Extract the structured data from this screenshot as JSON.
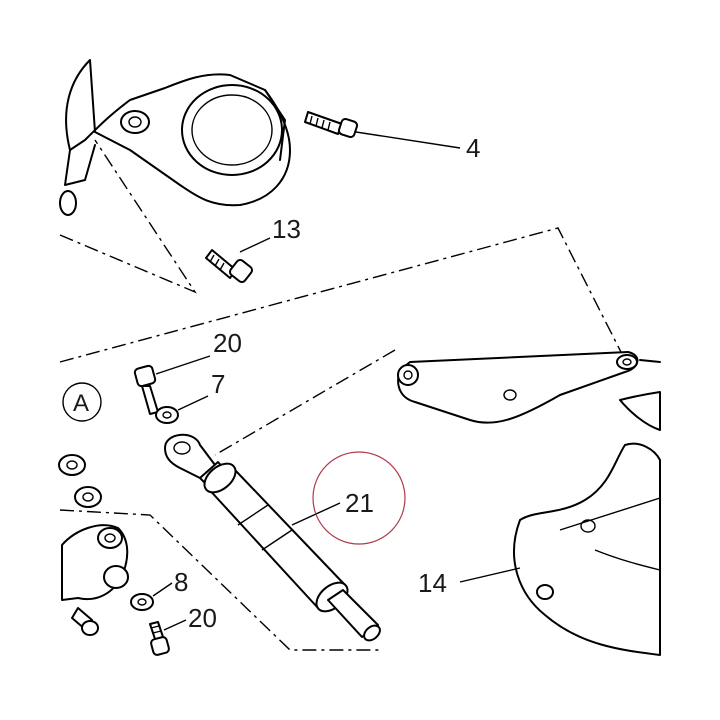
{
  "diagram": {
    "callouts": [
      {
        "id": "c4",
        "label": "4"
      },
      {
        "id": "c13",
        "label": "13"
      },
      {
        "id": "c20a",
        "label": "20"
      },
      {
        "id": "c7",
        "label": "7"
      },
      {
        "id": "c21",
        "label": "21"
      },
      {
        "id": "c14",
        "label": "14"
      },
      {
        "id": "c8",
        "label": "8"
      },
      {
        "id": "c20b",
        "label": "20"
      }
    ],
    "detail_marker": "A",
    "highlight_color": "#b03a4a"
  }
}
